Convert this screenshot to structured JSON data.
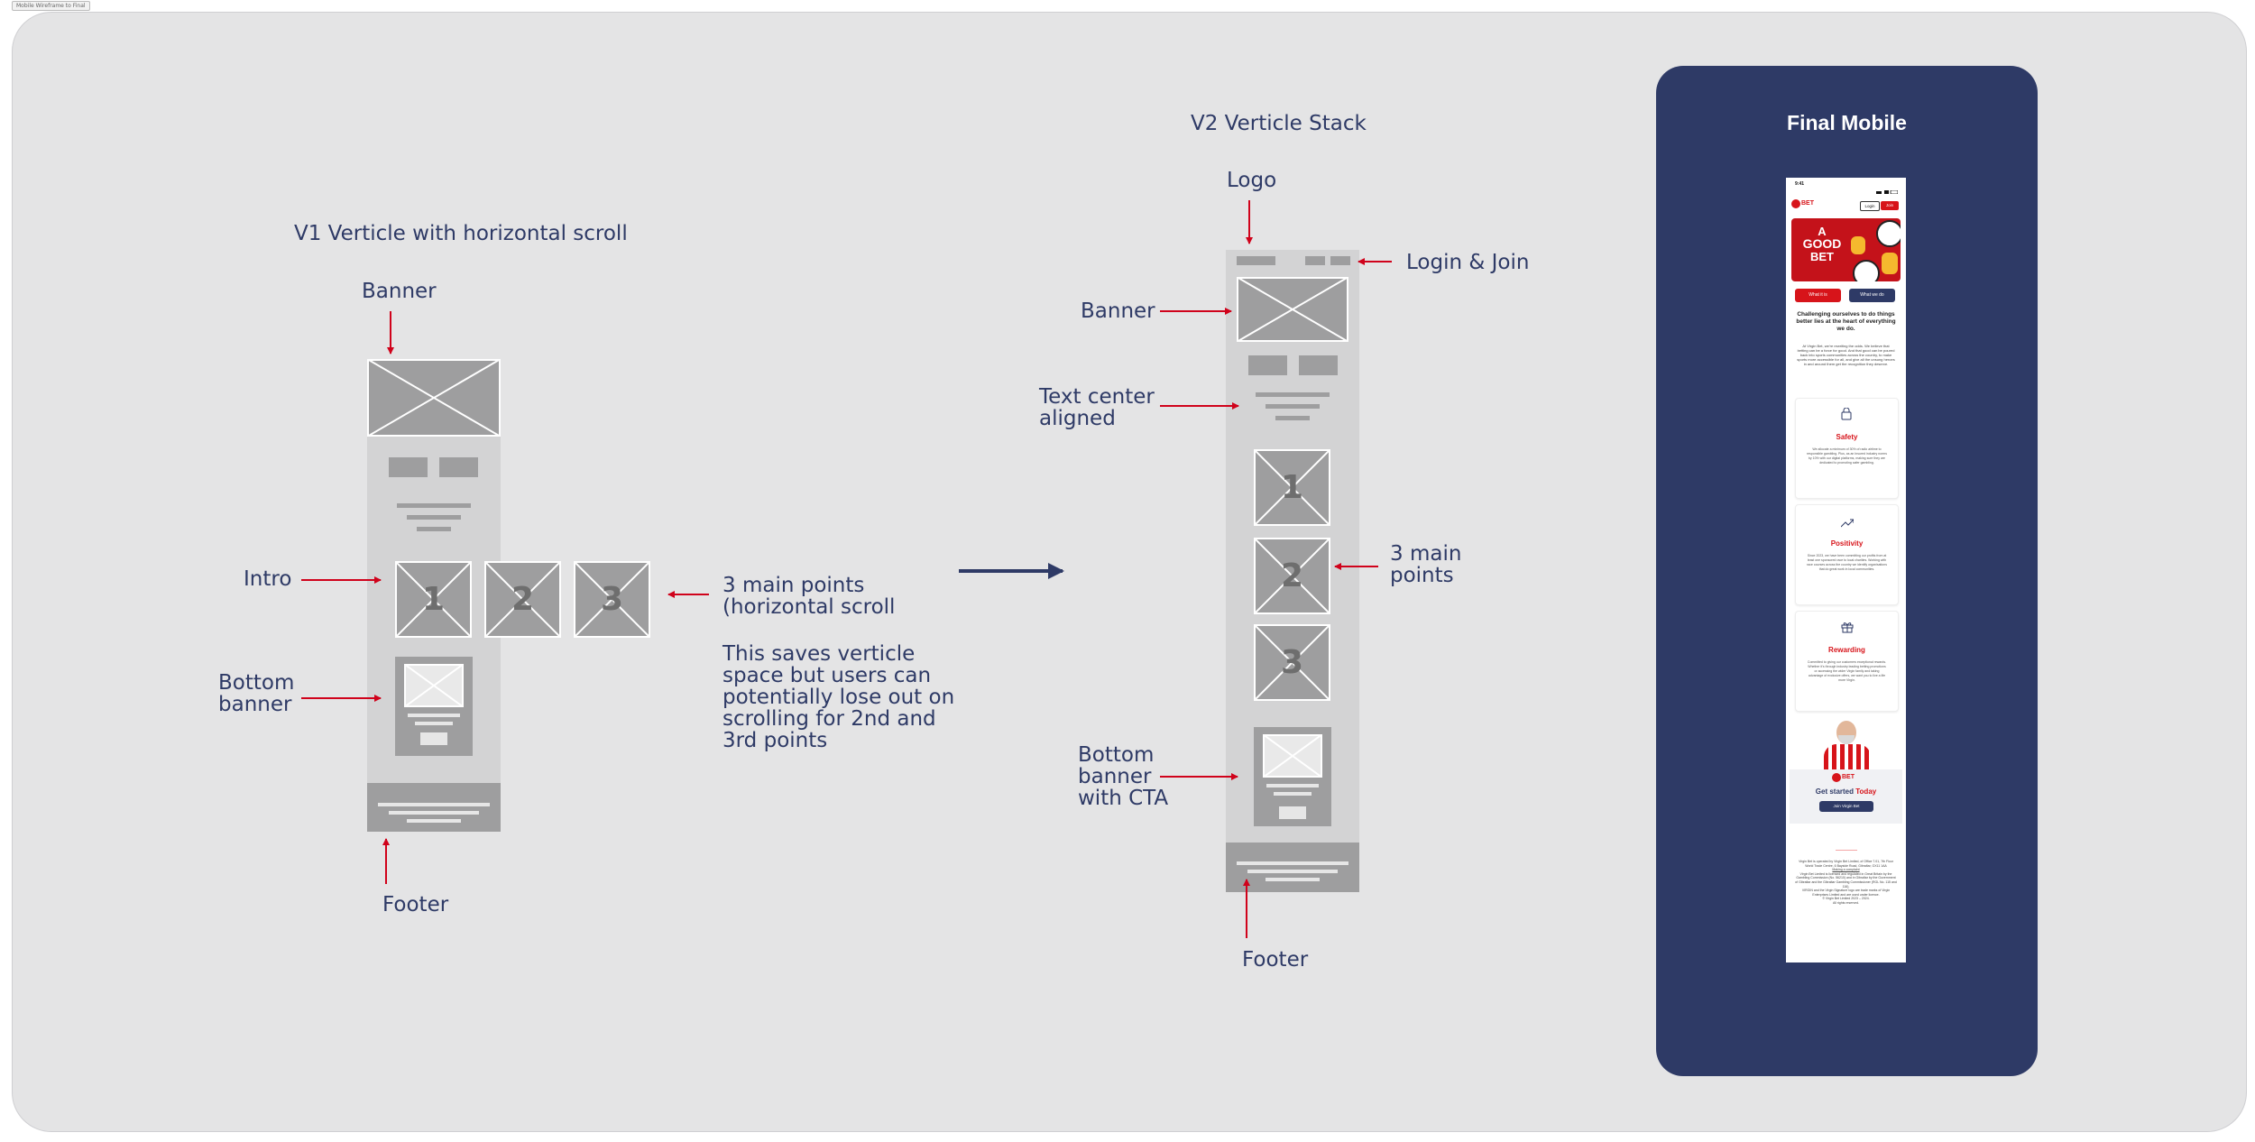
{
  "frame_tag": "Mobile Wireframe to Final",
  "v1": {
    "title": "V1 Verticle with horizontal scroll",
    "labels": {
      "banner": "Banner",
      "intro": "Intro",
      "bottom_banner": "Bottom\nbanner",
      "footer": "Footer",
      "points": "3 main points\n(horizontal scroll",
      "note": "This saves verticle\nspace but users can\npotentially lose out on\nscrolling for 2nd and\n3rd points"
    },
    "cards": [
      "1",
      "2",
      "3"
    ]
  },
  "v2": {
    "title": "V2 Verticle Stack",
    "labels": {
      "logo": "Logo",
      "login_join": "Login & Join",
      "banner": "Banner",
      "text_center": "Text center\naligned",
      "points": "3 main\npoints",
      "bottom_banner": "Bottom\nbanner\nwith CTA",
      "footer": "Footer"
    },
    "cards": [
      "1",
      "2",
      "3"
    ]
  },
  "final": {
    "title": "Final Mobile",
    "status_time": "9:41",
    "logo_text": "BET",
    "login_label": "Login",
    "join_label": "Join",
    "hero_lines": [
      "A",
      "GOOD",
      "BET"
    ],
    "what_it_is": "What it is",
    "what_we_do": "What we do",
    "heading": "Challenging ourselves to do things better lies at the heart of everything we do.",
    "intro": "At Virgin Bet, we're rewriting the odds. We believe that betting can be a force for good. And that good can be poured back into sports communities across the country, to make sports more accessible for all, and give all the unsung heroes in and around them get the recognition they deserve.",
    "cards": [
      {
        "icon": "lock-icon",
        "title": "Safety",
        "body": "We allocate a minimum of 30% of radio airtime to responsible gambling. Plus, as an Insured industry norms by 10% with our digital platforms, making sure they are dedicated to promoting safer gambling."
      },
      {
        "icon": "trend-icon",
        "title": "Positivity",
        "body": "Since 2023, we have been committing our profits from at least one sponsored race to local charities. Working with race courses across the country we identify organisations that do great work in local communities."
      },
      {
        "icon": "gift-icon",
        "title": "Rewarding",
        "body": "Committed to giving our customers exceptional rewards. Whether it's through industry leading betting promotions or accessing the wider Virgin family and taking advantage of exclusive offers, we want you to live a life more Virgin."
      }
    ],
    "get_started": "Get started",
    "today": "Today",
    "join_cta": "Join Virgin Bet",
    "footer_text": "Virgin Bet is operated by Virgin Bet Limited, of Office 7.01, 7th Floor World Trade Centre, 6 Bayside Road, Gibraltar, GX11 1AA",
    "footer_link1": "Making a complaint",
    "footer_text2": "Virgin Bet Limited is licensed and regulated in Great Britain by the Gambling Commission (No. 56210) and in Gibraltar by the Government of Gibraltar and the Gibraltar Gambling Commissioner (RGL No. 115 and 116).",
    "footer_text3": "VIRGIN and the Virgin Signature logo are trade marks of Virgin Enterprises Limited and are used under licence.",
    "copyright": "© Virgin Bet Limited 2023 – 2024.",
    "rights": "All rights reserved."
  },
  "colors": {
    "canvas": "#e4e4e5",
    "navy": "#2e3a66",
    "red_arrow": "#d0021b",
    "brand_red": "#d7141a",
    "wire_grey": "#9e9e9f"
  }
}
